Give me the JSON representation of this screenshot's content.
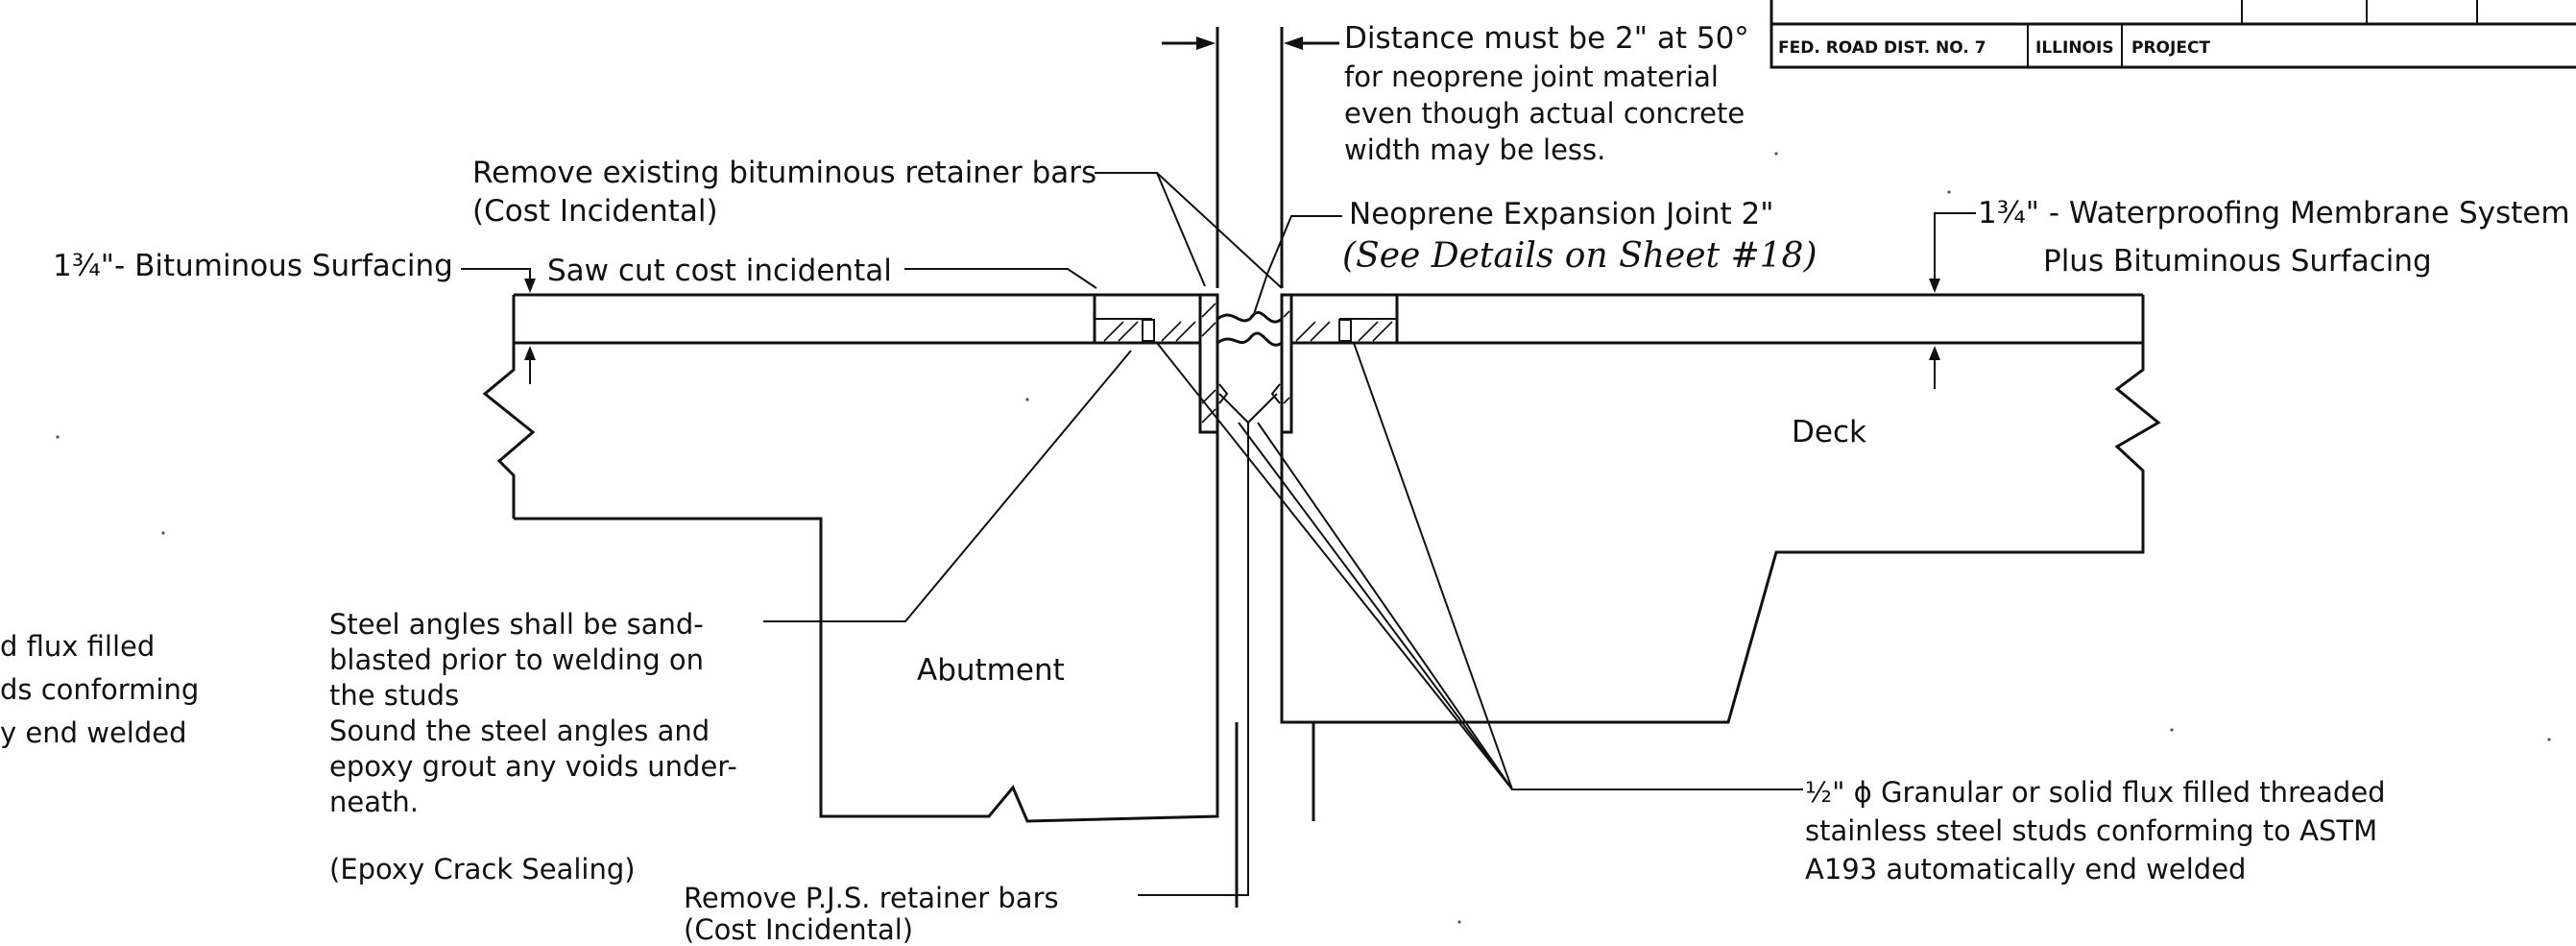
{
  "title_block": {
    "cells": [
      "FED. ROAD DIST. NO. 7",
      "ILLINOIS",
      "PROJECT"
    ]
  },
  "labels": {
    "distance_note": [
      "Distance must be 2\" at 50°",
      "for neoprene joint material",
      "even though actual concrete",
      "width may be less."
    ],
    "remove_bituminous": [
      "Remove existing bituminous retainer bars",
      "(Cost Incidental)"
    ],
    "neoprene_joint": "Neoprene Expansion Joint 2\"",
    "see_details": "(See Details on Sheet #18)",
    "left_surfacing": "1¾\"- Bituminous  Surfacing",
    "saw_cut": "Saw cut cost incidental",
    "right_waterproofing": [
      "1¾\" - Waterproofing Membrane System",
      "Plus Bituminous Surfacing"
    ],
    "deck": "Deck",
    "abutment": "Abutment",
    "left_cut_note": [
      "d flux filled",
      "ds conforming",
      "y end welded"
    ],
    "steel_angles": [
      "Steel angles shall be sand-",
      "blasted prior to welding on",
      "the studs",
      "Sound the steel angles and",
      "epoxy grout any voids under-",
      "neath."
    ],
    "epoxy": "(Epoxy Crack Sealing)",
    "remove_pjs": [
      "Remove P.J.S. retainer bars",
      "(Cost Incidental)"
    ],
    "studs": [
      "½\" ϕ Granular or solid flux filled threaded",
      "stainless steel studs conforming to ASTM",
      "A193 automatically end welded"
    ]
  }
}
